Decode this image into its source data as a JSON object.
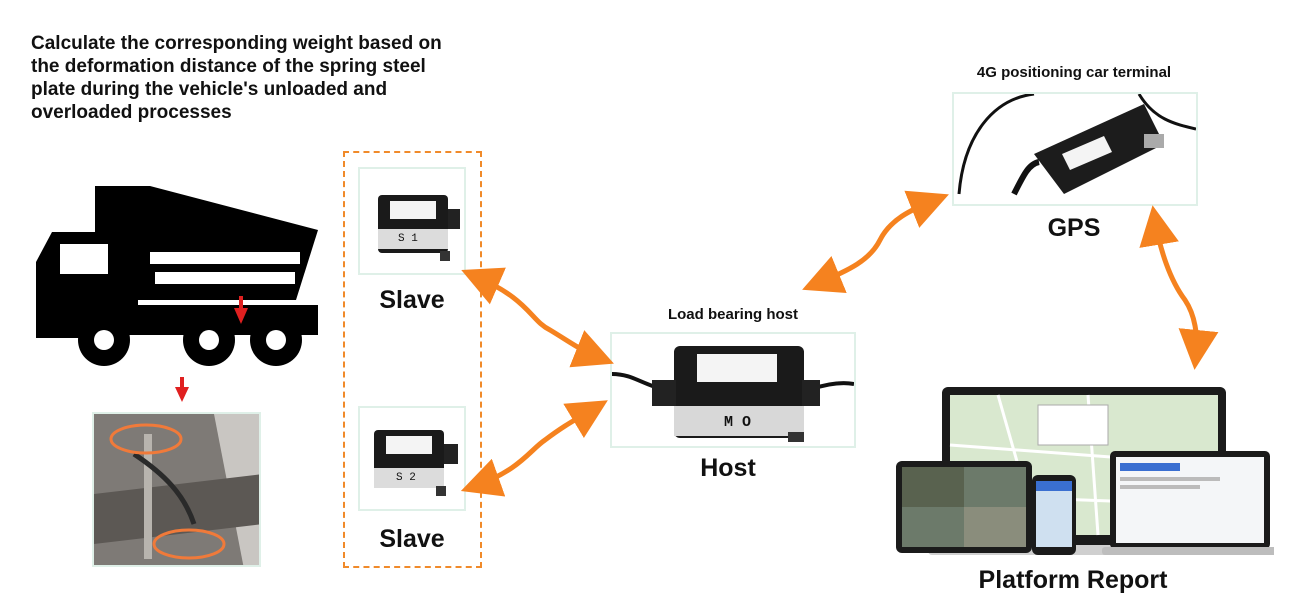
{
  "description": "Calculate the corresponding weight based on the deformation distance of the spring steel plate during the vehicle's unloaded and overloaded processes",
  "slave_top": {
    "label": "Slave",
    "code": "S 1"
  },
  "slave_bottom": {
    "label": "Slave",
    "code": "S 2"
  },
  "host": {
    "caption": "Load bearing host",
    "label": "Host",
    "code": "M O"
  },
  "gps": {
    "caption": "4G positioning car terminal",
    "label": "GPS"
  },
  "platform": {
    "label": "Platform Report"
  },
  "colors": {
    "arrow": "#f5821f",
    "dashed_border": "#f08a2a",
    "red_marker": "#e02020",
    "circle": "#f07a3a"
  },
  "icons": [
    "dump-truck-icon",
    "down-arrow-icon",
    "leaf-spring-photo",
    "sensor-device-icon",
    "gps-terminal-icon",
    "devices-icon"
  ]
}
